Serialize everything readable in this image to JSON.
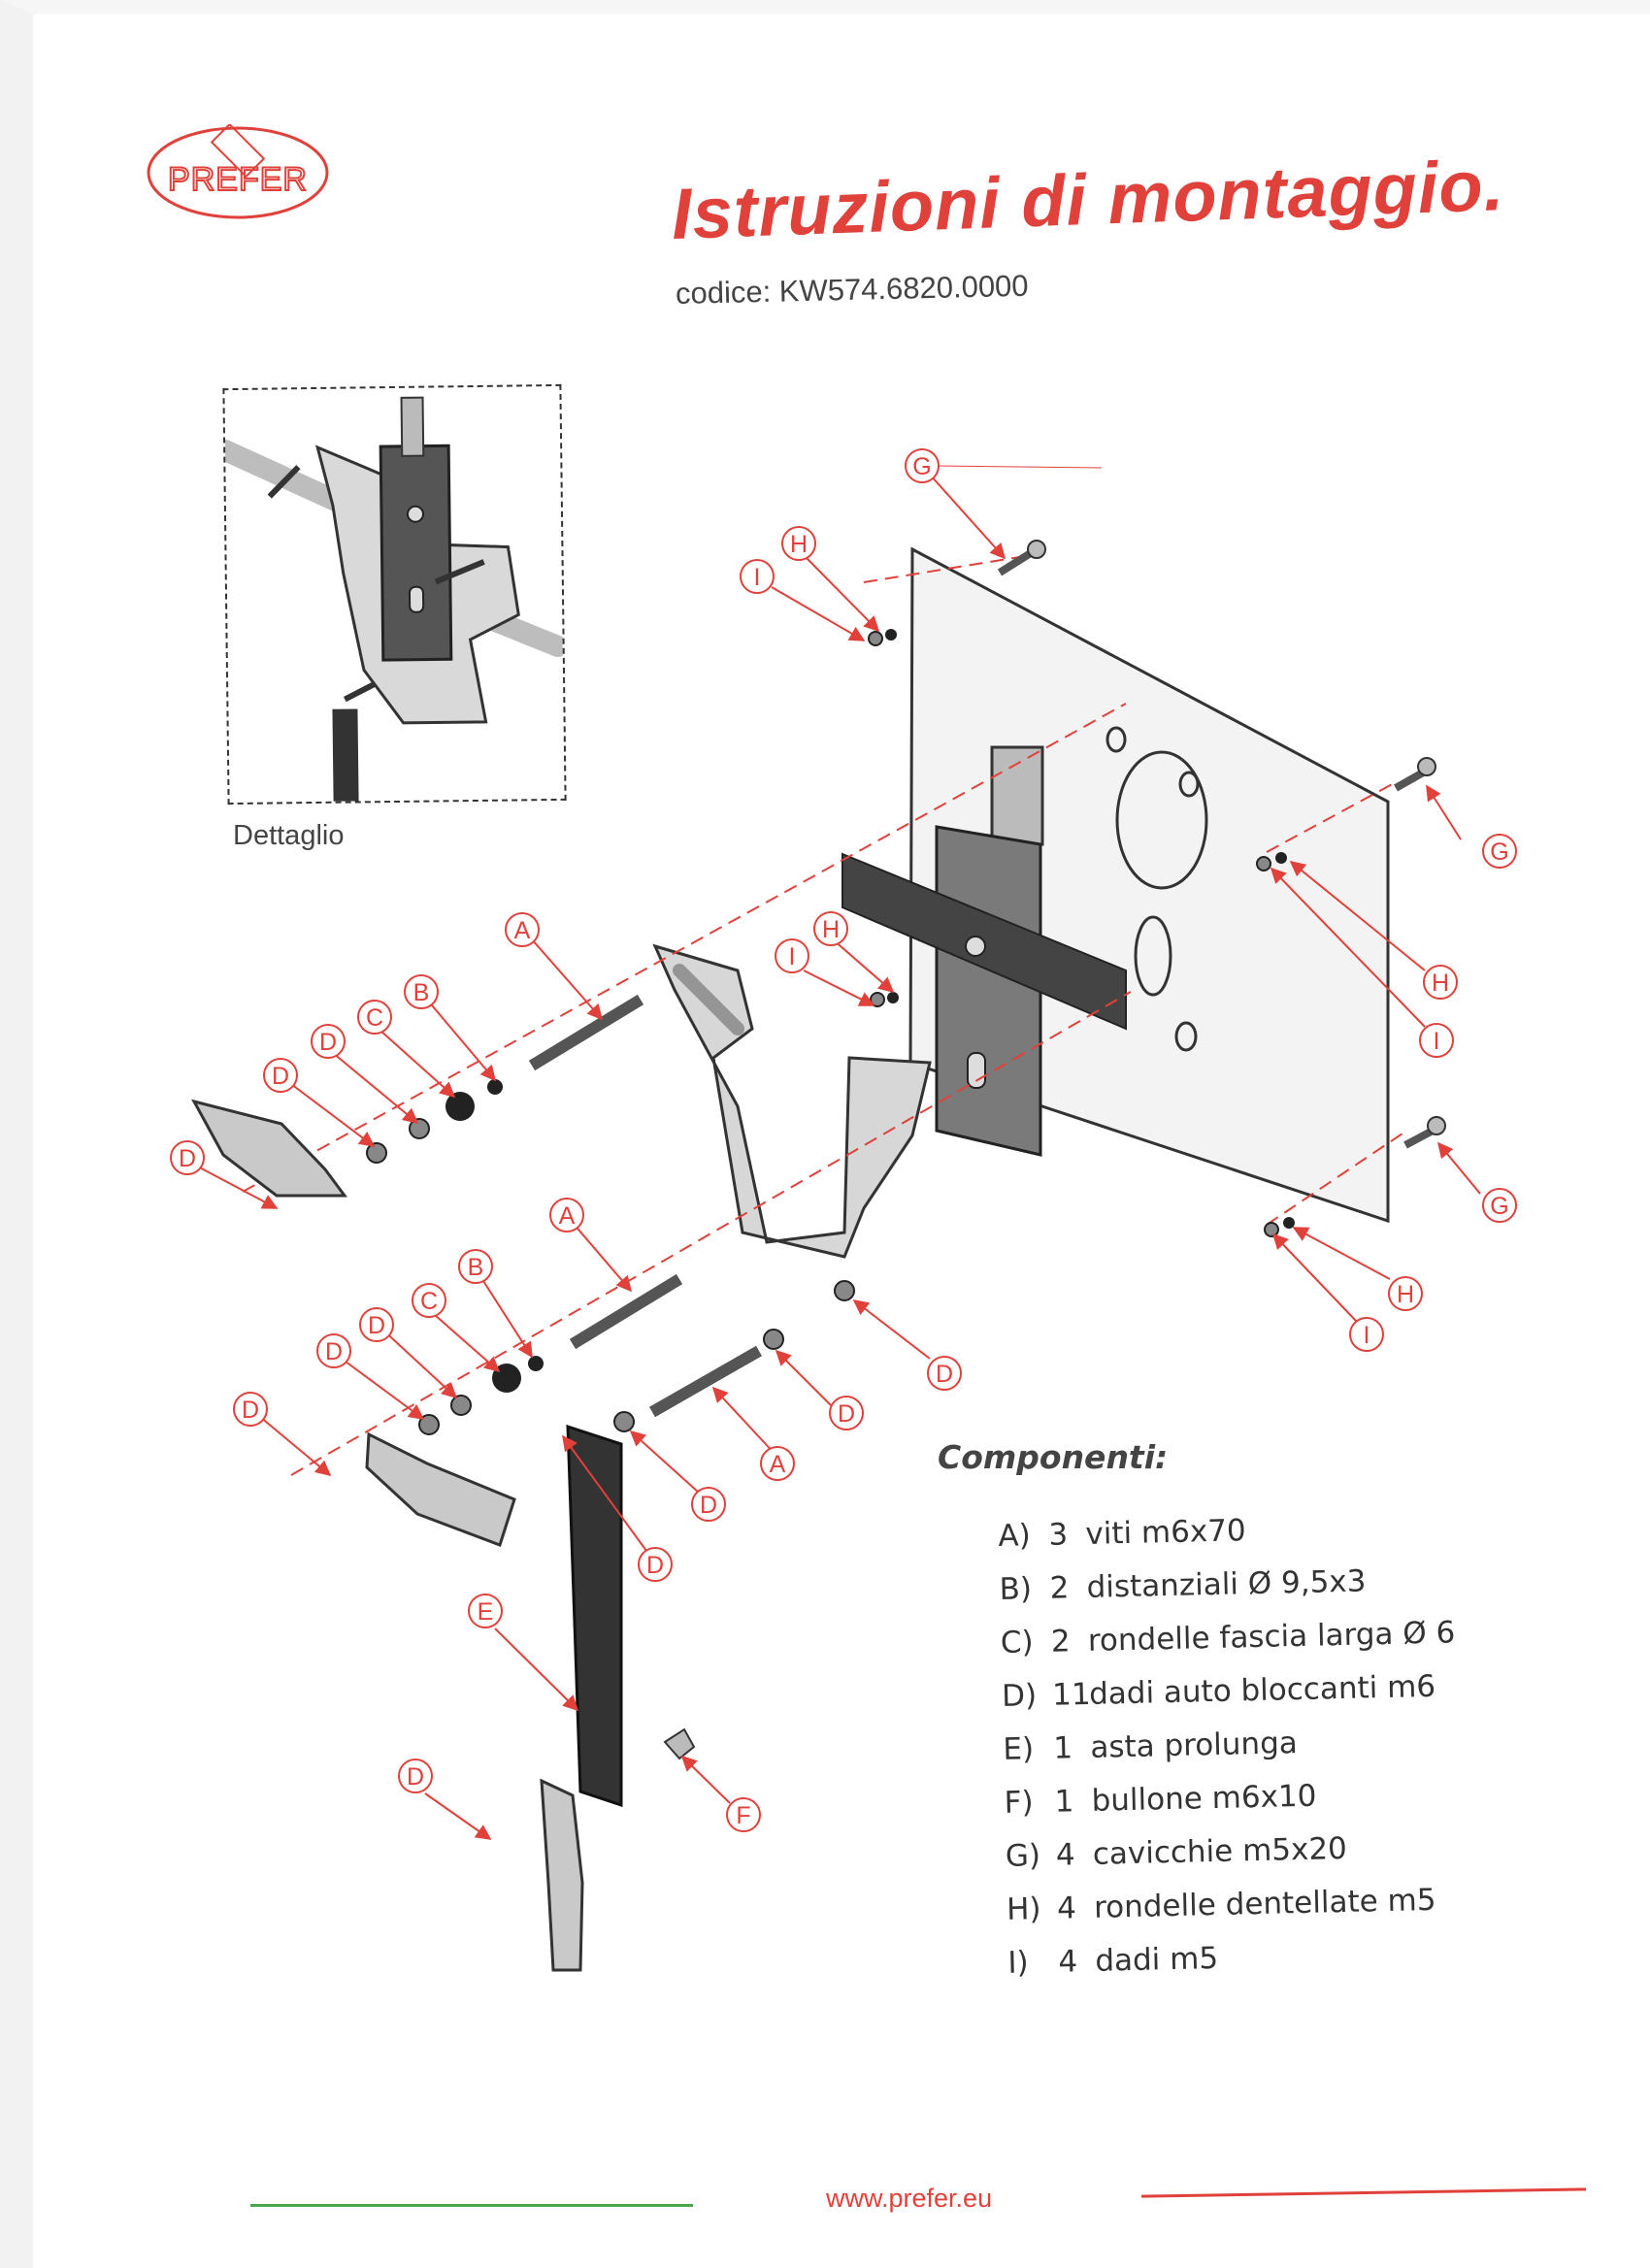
{
  "header": {
    "logo_text": "PREFER",
    "title": "Istruzioni di montaggio.",
    "code": "codice: KW574.6820.0000"
  },
  "detail": {
    "label": "Dettaglio"
  },
  "callouts": {
    "A": "A",
    "B": "B",
    "C": "C",
    "D": "D",
    "E": "E",
    "F": "F",
    "G": "G",
    "H": "H",
    "I": "I"
  },
  "components": {
    "title": "Componenti:",
    "items": [
      {
        "key": "A)",
        "qty": "3",
        "desc": "viti m6x70"
      },
      {
        "key": "B)",
        "qty": "2",
        "desc": "distanziali Ø 9,5x3"
      },
      {
        "key": "C)",
        "qty": "2",
        "desc": "rondelle fascia larga Ø 6"
      },
      {
        "key": "D)",
        "qty": "11",
        "desc": "dadi auto bloccanti m6"
      },
      {
        "key": "E)",
        "qty": "1",
        "desc": "asta prolunga"
      },
      {
        "key": "F)",
        "qty": "1",
        "desc": "bullone m6x10"
      },
      {
        "key": "G)",
        "qty": "4",
        "desc": "cavicchie m5x20"
      },
      {
        "key": "H)",
        "qty": "4",
        "desc": "rondelle dentellate m5"
      },
      {
        "key": "I)",
        "qty": "4",
        "desc": "dadi m5"
      }
    ]
  },
  "footer": {
    "website": "www.prefer.eu"
  },
  "colors": {
    "accent": "#e0413a",
    "green": "#46a84b",
    "text": "#333333"
  }
}
